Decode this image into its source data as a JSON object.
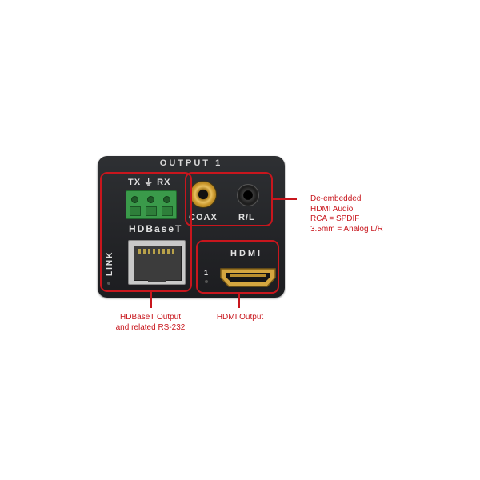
{
  "device": {
    "output_title": "OUTPUT 1",
    "terminal_label": "TX ⏚ RX",
    "hdbaset_label": "HDBaseT",
    "link_label": "LINK",
    "coax_label": "COAX",
    "rl_label": "R/L",
    "hdmi_label": "HDMI",
    "hdmi_number": "1"
  },
  "annotations": {
    "audio": [
      "De-embedded",
      "HDMI Audio",
      "RCA = SPDIF",
      "3.5mm = Analog L/R"
    ],
    "hdbaset": [
      "HDBaseT Output",
      "and related RS-232"
    ],
    "hdmi": [
      "HDMI Output"
    ]
  },
  "colors": {
    "highlight": "#c8161d",
    "panel": "#26282b",
    "terminal": "#3a9a4a",
    "rca_gold": "#c9962a"
  }
}
